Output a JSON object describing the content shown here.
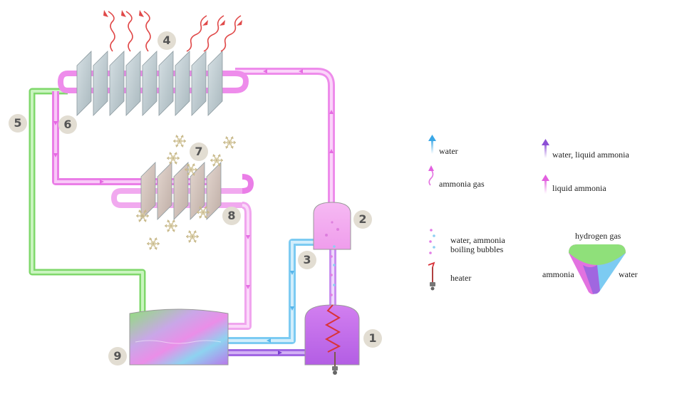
{
  "labels": [
    "1",
    "2",
    "3",
    "4",
    "5",
    "6",
    "7",
    "8",
    "9"
  ],
  "legend": {
    "water": "water",
    "ammonia_gas": "ammonia gas",
    "water_liquid_ammonia": "water, liquid ammonia",
    "liquid_ammonia": "liquid ammonia",
    "boiling_bubbles_line1": "water, ammonia",
    "boiling_bubbles_line2": "boiling bubbles",
    "heater": "heater",
    "hydrogen_gas": "hydrogen gas",
    "ammonia": "ammonia",
    "water_venn": "water"
  },
  "colors": {
    "water": "#6ec3ef",
    "ammonia": "#e86de6",
    "hydrogen": "#8fe07a",
    "mix": "#b36ae8",
    "heater": "#d9333a",
    "fins": "#c7d3d8",
    "fins_evap": "#d8c8c0"
  }
}
